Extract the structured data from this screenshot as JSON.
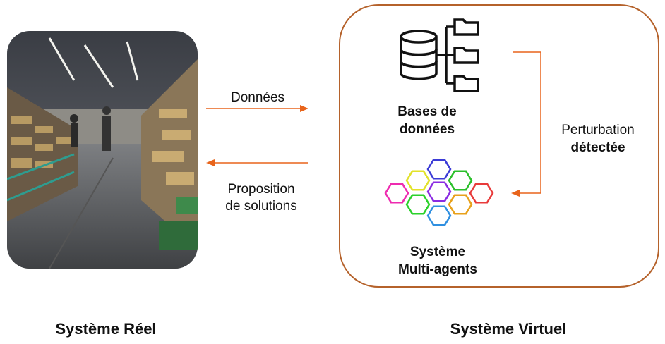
{
  "arrows": {
    "data_label": "Données",
    "solution_label_line1": "Proposition",
    "solution_label_line2": "de solutions"
  },
  "virtual": {
    "database_label_line1": "Bases de",
    "database_label_line2": "données",
    "mas_label_line1": "Système",
    "mas_label_line2": "Multi-agents",
    "disturbance_line1": "Perturbation",
    "disturbance_line2": "détectée"
  },
  "footer": {
    "real_system": "Système Réel",
    "virtual_system": "Système Virtuel"
  },
  "colors": {
    "arrow": "#e8641b",
    "box_border": "#b5622b",
    "hexagons": [
      "#3b3bd6",
      "#2bbf2b",
      "#e2e22a",
      "#ee2bb0",
      "#8a2be2",
      "#e8a11b",
      "#2bd12b",
      "#e83b3b",
      "#2f8fe0"
    ]
  }
}
